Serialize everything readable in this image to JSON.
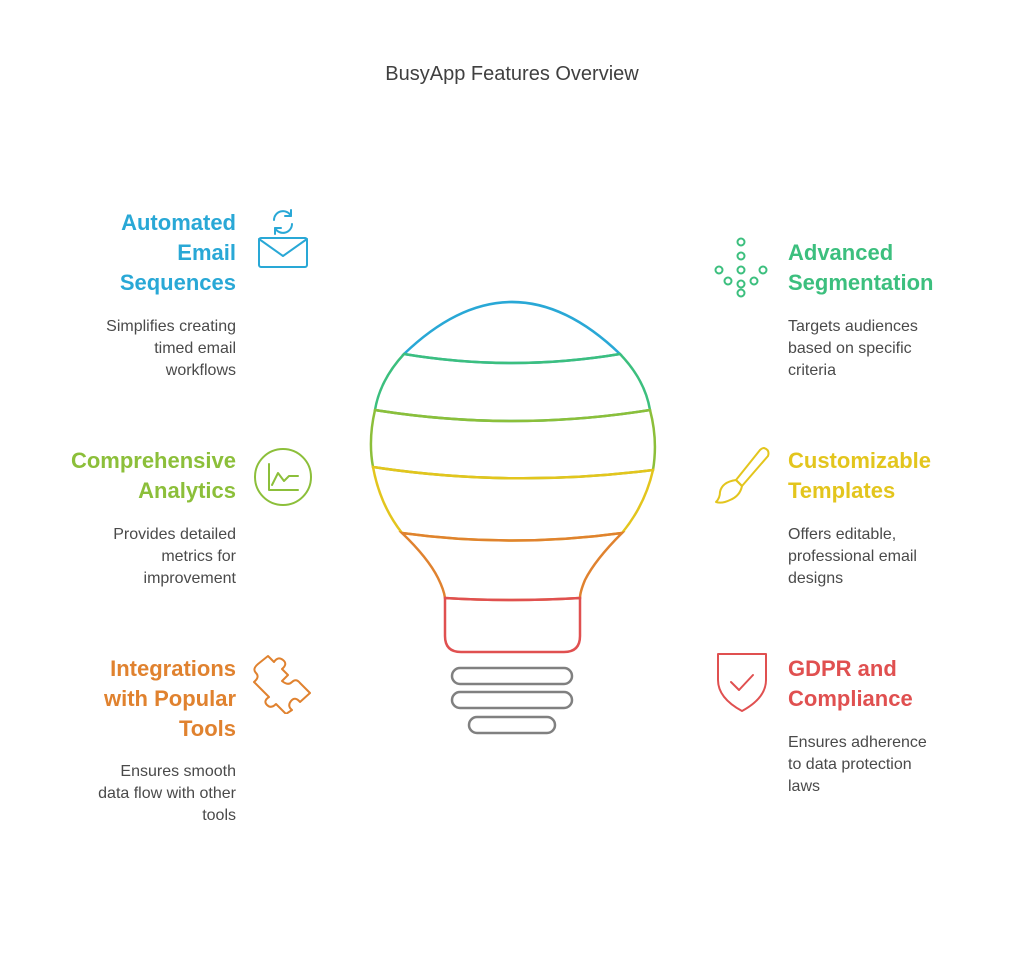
{
  "title": "BusyApp Features Overview",
  "colors": {
    "blue": "#29a8d6",
    "teal": "#3cbf7e",
    "green": "#8cbf3a",
    "yellow": "#e3c51d",
    "orange": "#e0822f",
    "red": "#e05050",
    "gray": "#808080"
  },
  "features": [
    {
      "title_lines": [
        "Automated",
        "Email",
        "Sequences"
      ],
      "desc_lines": [
        "Simplifies creating",
        "timed email",
        "workflows"
      ],
      "icon": "email-sync-icon",
      "color": "#29a8d6"
    },
    {
      "title_lines": [
        "Advanced",
        "Segmentation"
      ],
      "desc_lines": [
        "Targets audiences",
        "based on specific",
        "criteria"
      ],
      "icon": "segmentation-dots-icon",
      "color": "#3cbf7e"
    },
    {
      "title_lines": [
        "Comprehensive",
        "Analytics"
      ],
      "desc_lines": [
        "Provides detailed",
        "metrics for",
        "improvement"
      ],
      "icon": "analytics-chart-icon",
      "color": "#8cbf3a"
    },
    {
      "title_lines": [
        "Customizable",
        "Templates"
      ],
      "desc_lines": [
        "Offers editable,",
        "professional email",
        "designs"
      ],
      "icon": "paintbrush-icon",
      "color": "#e3c51d"
    },
    {
      "title_lines": [
        "Integrations",
        "with Popular",
        "Tools"
      ],
      "desc_lines": [
        "Ensures smooth",
        "data flow with other",
        "tools"
      ],
      "icon": "puzzle-icon",
      "color": "#e0822f"
    },
    {
      "title_lines": [
        "GDPR and",
        "Compliance"
      ],
      "desc_lines": [
        "Ensures adherence",
        "to data protection",
        "laws"
      ],
      "icon": "shield-check-icon",
      "color": "#e05050"
    }
  ]
}
